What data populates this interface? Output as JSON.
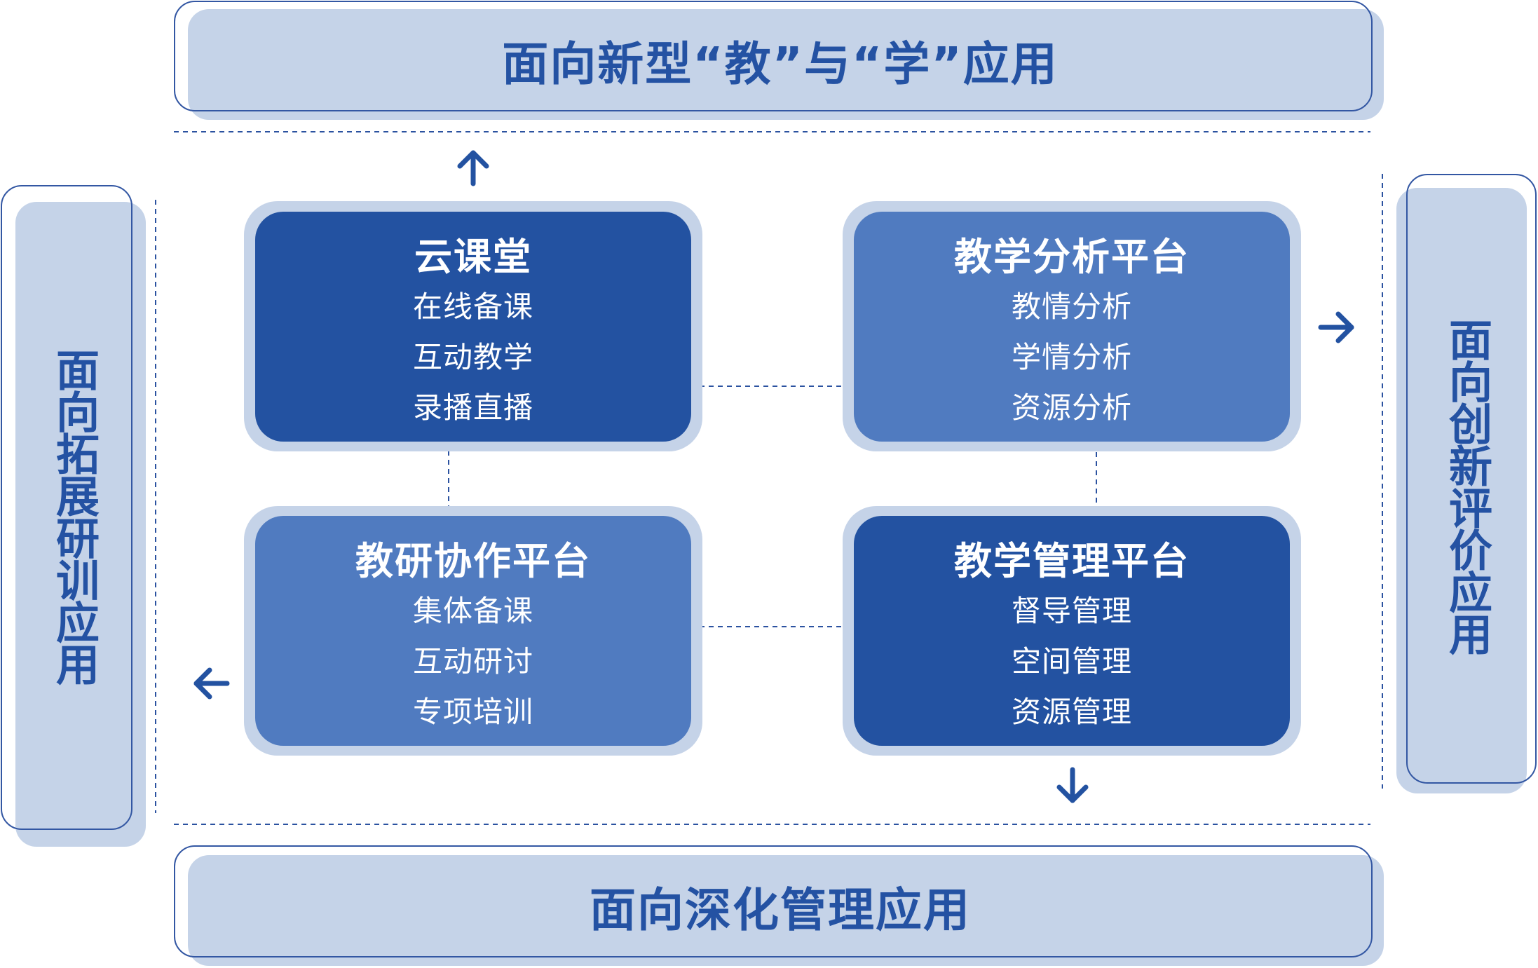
{
  "bars": {
    "top": "面向新型“教”与“学”应用",
    "bottom": "面向深化管理应用",
    "left": "面向拓展研训应用",
    "right": "面向创新评价应用"
  },
  "cards": {
    "cloud_classroom": {
      "title": "云课堂",
      "items": [
        "在线备课",
        "互动教学",
        "录播直播"
      ]
    },
    "teaching_analysis": {
      "title": "教学分析平台",
      "items": [
        "教情分析",
        "学情分析",
        "资源分析"
      ]
    },
    "research_collab": {
      "title": "教研协作平台",
      "items": [
        "集体备课",
        "互动研讨",
        "专项培训"
      ]
    },
    "teaching_management": {
      "title": "教学管理平台",
      "items": [
        "督导管理",
        "空间管理",
        "资源管理"
      ]
    }
  },
  "colors": {
    "dark_card": "#2352a1",
    "light_card": "#507bc0",
    "halo": "#c5d3e8",
    "accent_text": "#2452a3"
  },
  "icons": {
    "up": "arrow-up-icon",
    "down": "arrow-down-icon",
    "left": "arrow-left-icon",
    "right": "arrow-right-icon"
  }
}
